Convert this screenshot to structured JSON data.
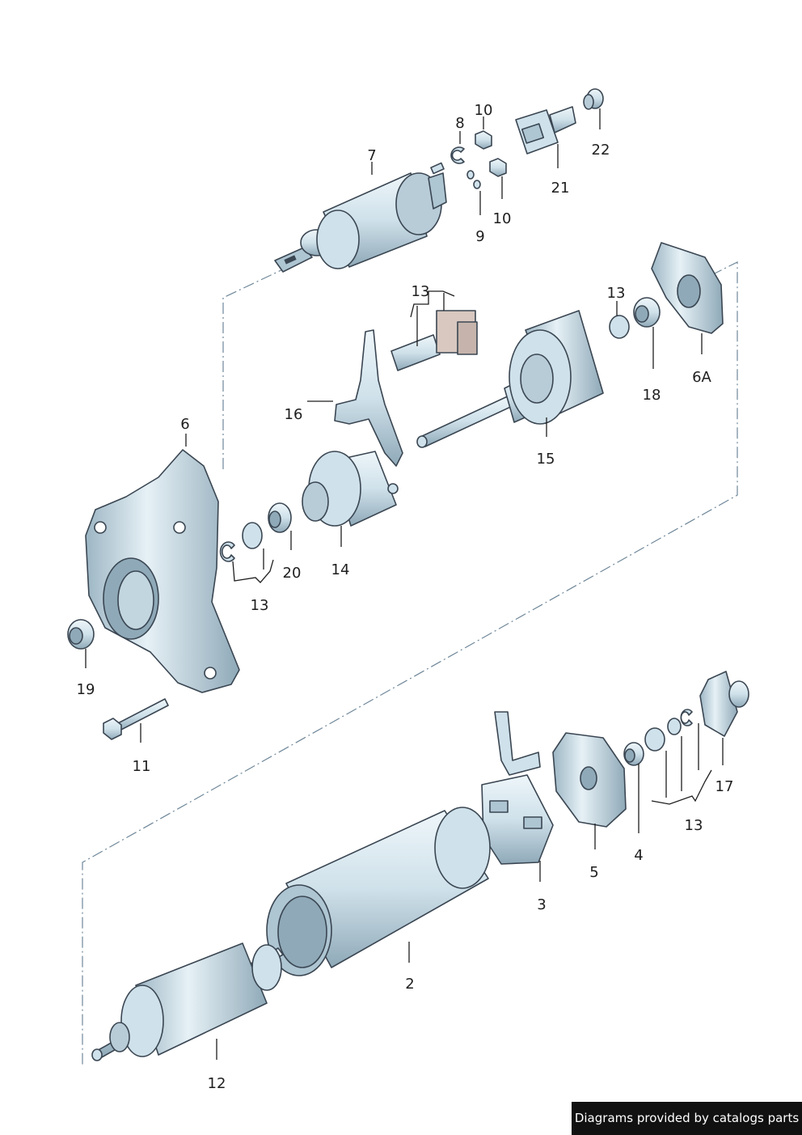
{
  "labels": {
    "p2": "2",
    "p3": "3",
    "p4": "4",
    "p5": "5",
    "p6": "6",
    "p6a": "6A",
    "p7": "7",
    "p8": "8",
    "p9": "9",
    "p10a": "10",
    "p10b": "10",
    "p11": "11",
    "p12": "12",
    "p13a": "13",
    "p13b": "13",
    "p13c": "13",
    "p13d": "13",
    "p14": "14",
    "p15": "15",
    "p16": "16",
    "p17": "17",
    "p18": "18",
    "p19": "19",
    "p20": "20",
    "p21": "21",
    "p22": "22"
  },
  "credit": "Diagrams provided by catalogs parts",
  "colors": {
    "part_fill": "#cfe1ea",
    "part_shadow": "#8fa9b8",
    "part_highlight": "#eef6fa",
    "outline": "#3a4652",
    "dash_line": "#6f8799"
  }
}
